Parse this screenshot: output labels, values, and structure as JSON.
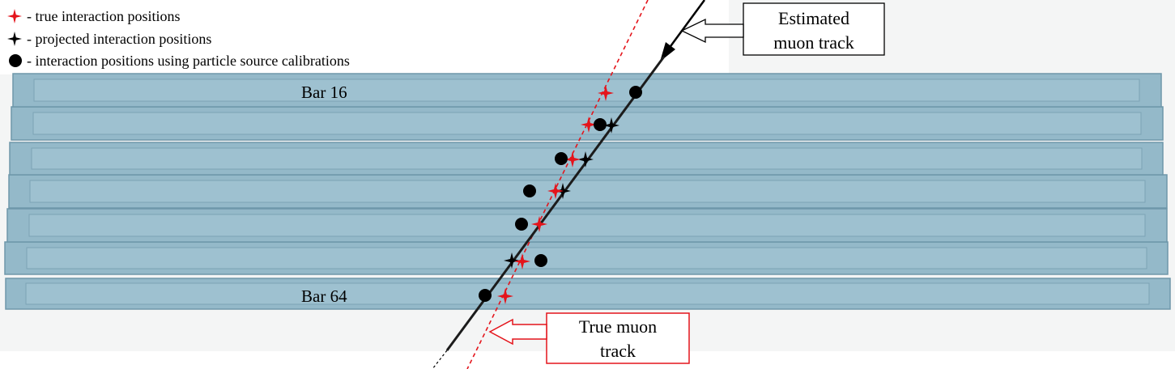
{
  "legend": {
    "true_positions": "- true interaction positions",
    "projected_positions": "- projected interaction positions",
    "calibration_positions": "- interaction positions using particle source calibrations"
  },
  "bars": {
    "top_label": "Bar 16",
    "bottom_label": "Bar 64",
    "count": 7
  },
  "callouts": {
    "estimated": {
      "line1": "Estimated",
      "line2": "muon track"
    },
    "true": {
      "line1": "True muon",
      "line2": "track"
    }
  },
  "colors": {
    "bar_fill": "#94b9c9",
    "bar_edge": "#6e97aa",
    "true_marker": "#e4141b",
    "projected_marker": "#000000",
    "calibration_marker": "#000000",
    "true_track": "#e4141b",
    "estimated_track": "#000000"
  }
}
